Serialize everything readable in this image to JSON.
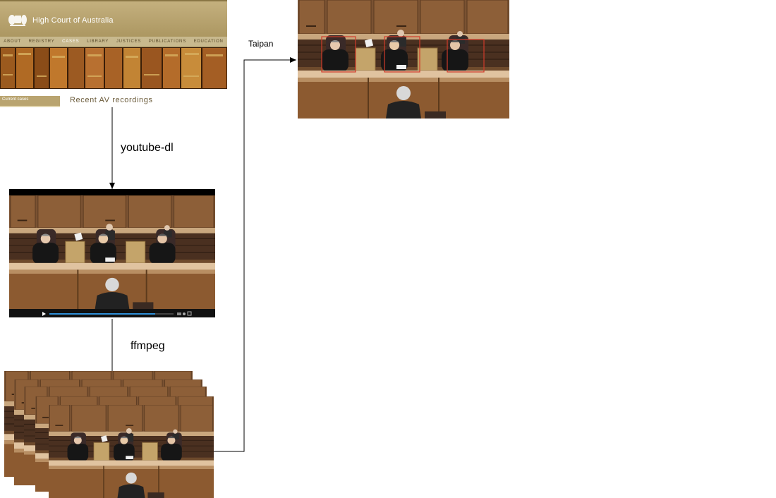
{
  "website": {
    "title": "High Court of Australia",
    "nav": [
      "ABOUT",
      "REGISTRY",
      "CASES",
      "LIBRARY",
      "JUSTICES",
      "PUBLICATIONS",
      "EDUCATION"
    ],
    "active_nav": "CASES",
    "sidebar_label": "Current cases",
    "heading": "Recent AV recordings"
  },
  "steps": {
    "download_tool": "youtube-dl",
    "extract_tool": "ffmpeg",
    "detect_tool": "Taipan"
  },
  "colors": {
    "banner": "#b9a470",
    "wood": "#8a5a32",
    "robe": "#1c1c1c",
    "detection_box": "#d03a2a"
  }
}
